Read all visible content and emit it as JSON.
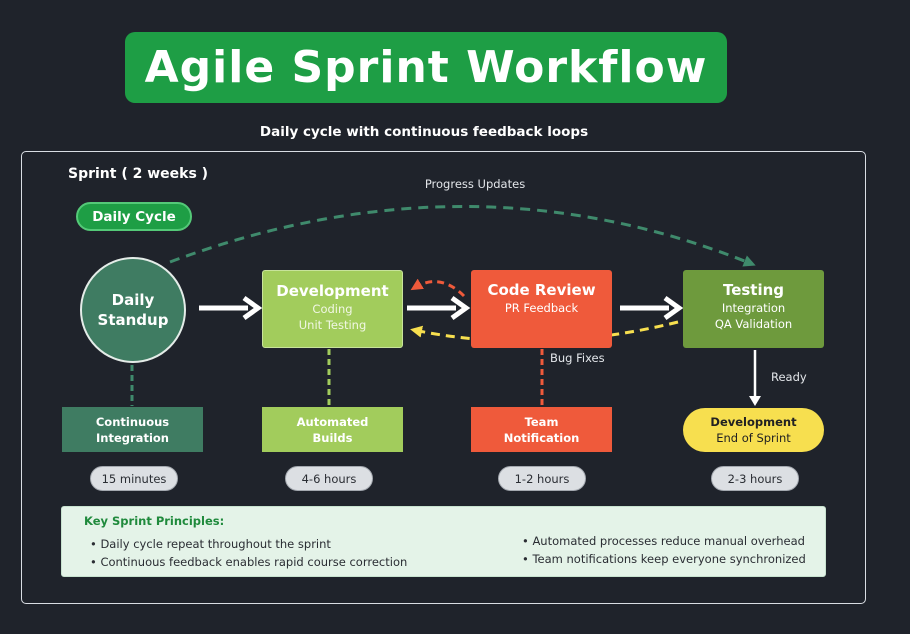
{
  "title": "Agile Sprint Workflow",
  "subtitle": "Daily cycle with continuous feedback loops",
  "sprint_label": "Sprint ( 2 weeks )",
  "daily_cycle_label": "Daily Cycle",
  "progress_updates_label": "Progress Updates",
  "nodes": {
    "standup": {
      "line1": "Daily",
      "line2": "Standup"
    },
    "development": {
      "title": "Development",
      "line1": "Coding",
      "line2": "Unit Testing"
    },
    "code_review": {
      "title": "Code Review",
      "line1": "PR Feedback"
    },
    "testing": {
      "title": "Testing",
      "line1": "Integration",
      "line2": "QA Validation"
    }
  },
  "outputs": {
    "ci": {
      "line1": "Continuous",
      "line2": "Integration"
    },
    "builds": {
      "line1": "Automated",
      "line2": "Builds"
    },
    "notification": {
      "line1": "Team",
      "line2": "Notification"
    },
    "end": {
      "line1": "Development",
      "line2": "End of Sprint"
    }
  },
  "durations": {
    "ci": "15 minutes",
    "builds": "4-6 hours",
    "notification": "1-2 hours",
    "end": "2-3 hours"
  },
  "edge_labels": {
    "bug_fixes": "Bug Fixes",
    "ready": "Ready"
  },
  "principles": {
    "title": "Key Sprint Principles:",
    "left": [
      "• Daily cycle repeat throughout the sprint",
      "• Continuous feedback enables rapid course correction"
    ],
    "right": [
      "• Automated processes reduce manual overhead",
      "• Team notifications keep everyone synchronized"
    ]
  },
  "colors": {
    "background": "#1f232b",
    "brand_green": "#1e9e45",
    "standup": "#3f7c62",
    "development": "#a2cc5c",
    "code_review": "#ef5a3b",
    "testing": "#6e9a3d",
    "end_of_sprint": "#f7df4f",
    "principles_bg": "#e4f3e8"
  }
}
